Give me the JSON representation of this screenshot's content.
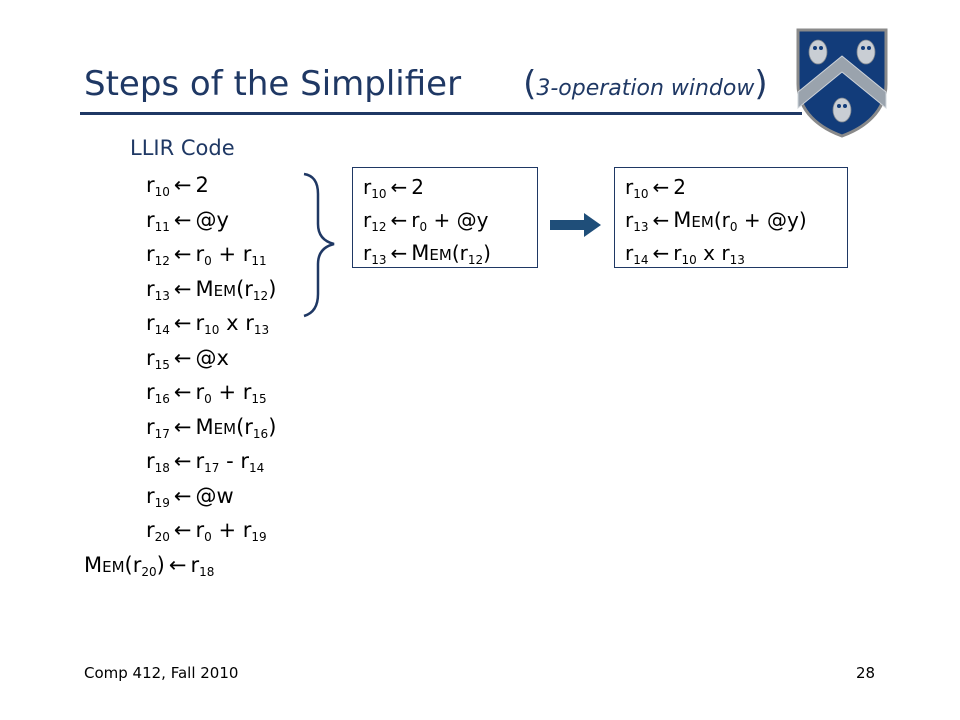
{
  "slide": {
    "title_main": "Steps of the Simplifier",
    "title_open": "(",
    "title_sub": "3-operation window",
    "title_close": ")",
    "section_label": "LLIR Code",
    "arrow": "←",
    "mem_first": "M",
    "mem_rest": "EM",
    "footer_left": "Comp 412, Fall 2010",
    "page_number": "28"
  },
  "code": [
    {
      "lhs": "r",
      "lhs_sub": "10",
      "rhs": "2"
    },
    {
      "lhs": "r",
      "lhs_sub": "11",
      "rhs": "@y"
    },
    {
      "lhs": "r",
      "lhs_sub": "12",
      "rhs_parts": [
        "r",
        "0",
        " + r",
        "11"
      ]
    },
    {
      "lhs": "r",
      "lhs_sub": "13",
      "mem_arg": "r",
      "mem_arg_sub": "12"
    },
    {
      "lhs": "r",
      "lhs_sub": "14",
      "rhs_parts": [
        "r",
        "10",
        " x r",
        "13"
      ]
    },
    {
      "lhs": "r",
      "lhs_sub": "15",
      "rhs": "@x"
    },
    {
      "lhs": "r",
      "lhs_sub": "16",
      "rhs_parts": [
        "r",
        "0",
        " + r",
        "15"
      ]
    },
    {
      "lhs": "r",
      "lhs_sub": "17",
      "mem_arg": "r",
      "mem_arg_sub": "16"
    },
    {
      "lhs": "r",
      "lhs_sub": "18",
      "rhs_parts": [
        "r",
        "17",
        " - r",
        "14"
      ]
    },
    {
      "lhs": "r",
      "lhs_sub": "19",
      "rhs": "@w"
    },
    {
      "lhs": "r",
      "lhs_sub": "20",
      "rhs_parts": [
        "r",
        "0",
        " + r",
        "19"
      ]
    },
    {
      "store_arg": "r",
      "store_arg_sub": "20",
      "rhs": "r",
      "rhs_sub": "18"
    }
  ],
  "window_box": [
    {
      "lhs_sub": "10",
      "rhs": "2"
    },
    {
      "lhs_sub": "12",
      "rhs_a": "r",
      "rhs_a_sub": "0",
      "rhs_b": " + @y"
    },
    {
      "lhs_sub": "13",
      "mem_arg": "r",
      "mem_arg_sub": "12"
    }
  ],
  "result_box": [
    {
      "lhs_sub": "10",
      "rhs": "2"
    },
    {
      "lhs_sub": "13",
      "mem_arg": "r",
      "mem_arg_sub": "0",
      "mem_tail": " + @y)"
    },
    {
      "lhs_sub": "14",
      "rhs_a": "r",
      "rhs_a_sub": "10",
      "rhs_b": " x r",
      "rhs_b_sub": "13"
    }
  ],
  "colors": {
    "title": "#1f3864",
    "rule": "#1f3864",
    "box_border": "#1f3864",
    "arrow": "#1f4e79",
    "shield_blue": "#123c7a"
  }
}
